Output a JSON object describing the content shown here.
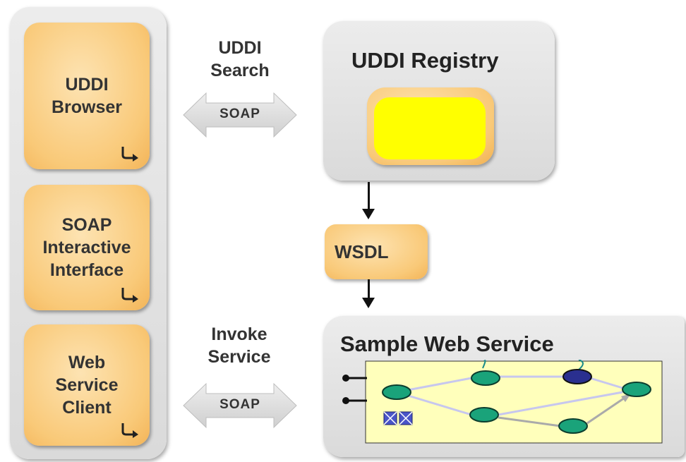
{
  "left_column": {
    "boxes": [
      {
        "line1": "UDDI",
        "line2": "Browser",
        "line3": ""
      },
      {
        "line1": "SOAP",
        "line2": "Interactive",
        "line3": "Interface"
      },
      {
        "line1": "Web",
        "line2": "Service",
        "line3": "Client"
      }
    ]
  },
  "top_arrow": {
    "label_line1": "UDDI",
    "label_line2": "Search",
    "arrow_text": "SOAP"
  },
  "bottom_arrow": {
    "label_line1": "Invoke",
    "label_line2": "Service",
    "arrow_text": "SOAP"
  },
  "registry": {
    "title": "UDDI Registry"
  },
  "wsdl": {
    "label": "WSDL"
  },
  "service": {
    "title": "Sample Web Service"
  },
  "colors": {
    "orange": "#f9c978",
    "gray_panel": "#dadada",
    "yellow": "#ffff00",
    "node_green": "#1aa37a",
    "node_blue": "#2a2f8f",
    "canvas_yellow": "#ffffbb"
  }
}
